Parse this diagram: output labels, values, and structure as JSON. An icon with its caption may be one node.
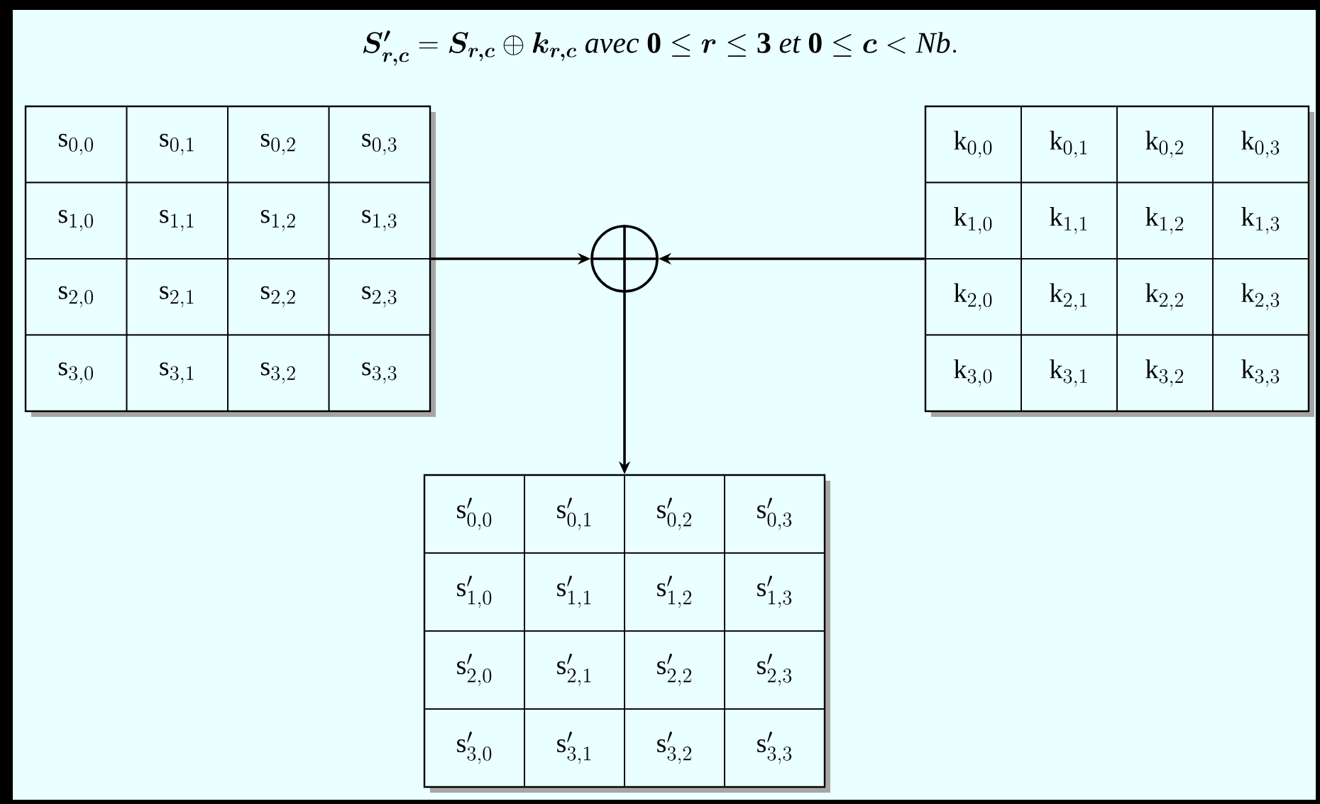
{
  "diagram": {
    "title": "\\boldsymbol{S'_{r,c}} = \\boldsymbol{S_{r,c}} \\oplus \\boldsymbol{k_{r,c}}\\ \\mathit{avec}\\ \\mathbf{0} \\le \\boldsymbol{r} \\le \\mathbf{3}\\ \\mathit{et}\\ \\mathbf{0} \\le \\boldsymbol{c} < \\mathit{Nb}.",
    "nodes": [
      {
        "text": [
          "\\mathrm{s}_{0,0}",
          "\\mathrm{s}_{0,1}",
          "\\mathrm{s}_{0,2}",
          "\\mathrm{s}_{0,3}",
          "\\mathrm{s}_{1,0}",
          "\\mathrm{s}_{1,1}",
          "\\mathrm{s}_{1,2}",
          "\\mathrm{s}_{1,3}",
          "\\mathrm{s}_{2,0}",
          "\\mathrm{s}_{2,1}",
          "\\mathrm{s}_{2,2}",
          "\\mathrm{s}_{2,3}",
          "\\mathrm{s}_{3,0}",
          "\\mathrm{s}_{3,1}",
          "\\mathrm{s}_{3,2}",
          "\\mathrm{s}_{3,3}"
        ]
      },
      {
        "text": [],
        "shape": "circle"
      },
      {
        "text": [
          "\\mathrm{k}_{0,0}",
          "\\mathrm{k}_{0,1}",
          "\\mathrm{k}_{0,2}",
          "\\mathrm{k}_{0,3}",
          "\\mathrm{k}_{1,0}",
          "\\mathrm{k}_{1,1}",
          "\\mathrm{k}_{1,2}",
          "\\mathrm{k}_{1,3}",
          "\\mathrm{k}_{2,0}",
          "\\mathrm{k}_{2,1}",
          "\\mathrm{k}_{2,2}",
          "\\mathrm{k}_{2,3}",
          "\\mathrm{k}_{3,0}",
          "\\mathrm{k}_{3,1}",
          "\\mathrm{k}_{3,2}",
          "\\mathrm{k}_{3,3}"
        ]
      },
      {
        "text": [
          "\\mathrm{s}'_{0,0}",
          "\\mathrm{s}'_{0,1}",
          "\\mathrm{s}'_{0,2}",
          "\\mathrm{s}'_{0,3}",
          "\\mathrm{s}'_{1,0}",
          "\\mathrm{s}'_{1,1}",
          "\\mathrm{s}'_{1,2}",
          "\\mathrm{s}'_{1,3}",
          "\\mathrm{s}'_{2,0}",
          "\\mathrm{s}'_{2,1}",
          "\\mathrm{s}'_{2,2}",
          "\\mathrm{s}'_{2,3}",
          "\\mathrm{s}'_{3,0}",
          "\\mathrm{s}'_{3,1}",
          "\\mathrm{s}'_{3,2}",
          "\\mathrm{s}'_{3,3}"
        ]
      }
    ],
    "edges": [
      {
        "from": 0,
        "to": 1,
        "arrow": "to"
      },
      {
        "from": 2,
        "to": 1,
        "arrow": "to"
      },
      {
        "from": 1,
        "to": 3,
        "arrow": "to"
      }
    ]
  }
}
